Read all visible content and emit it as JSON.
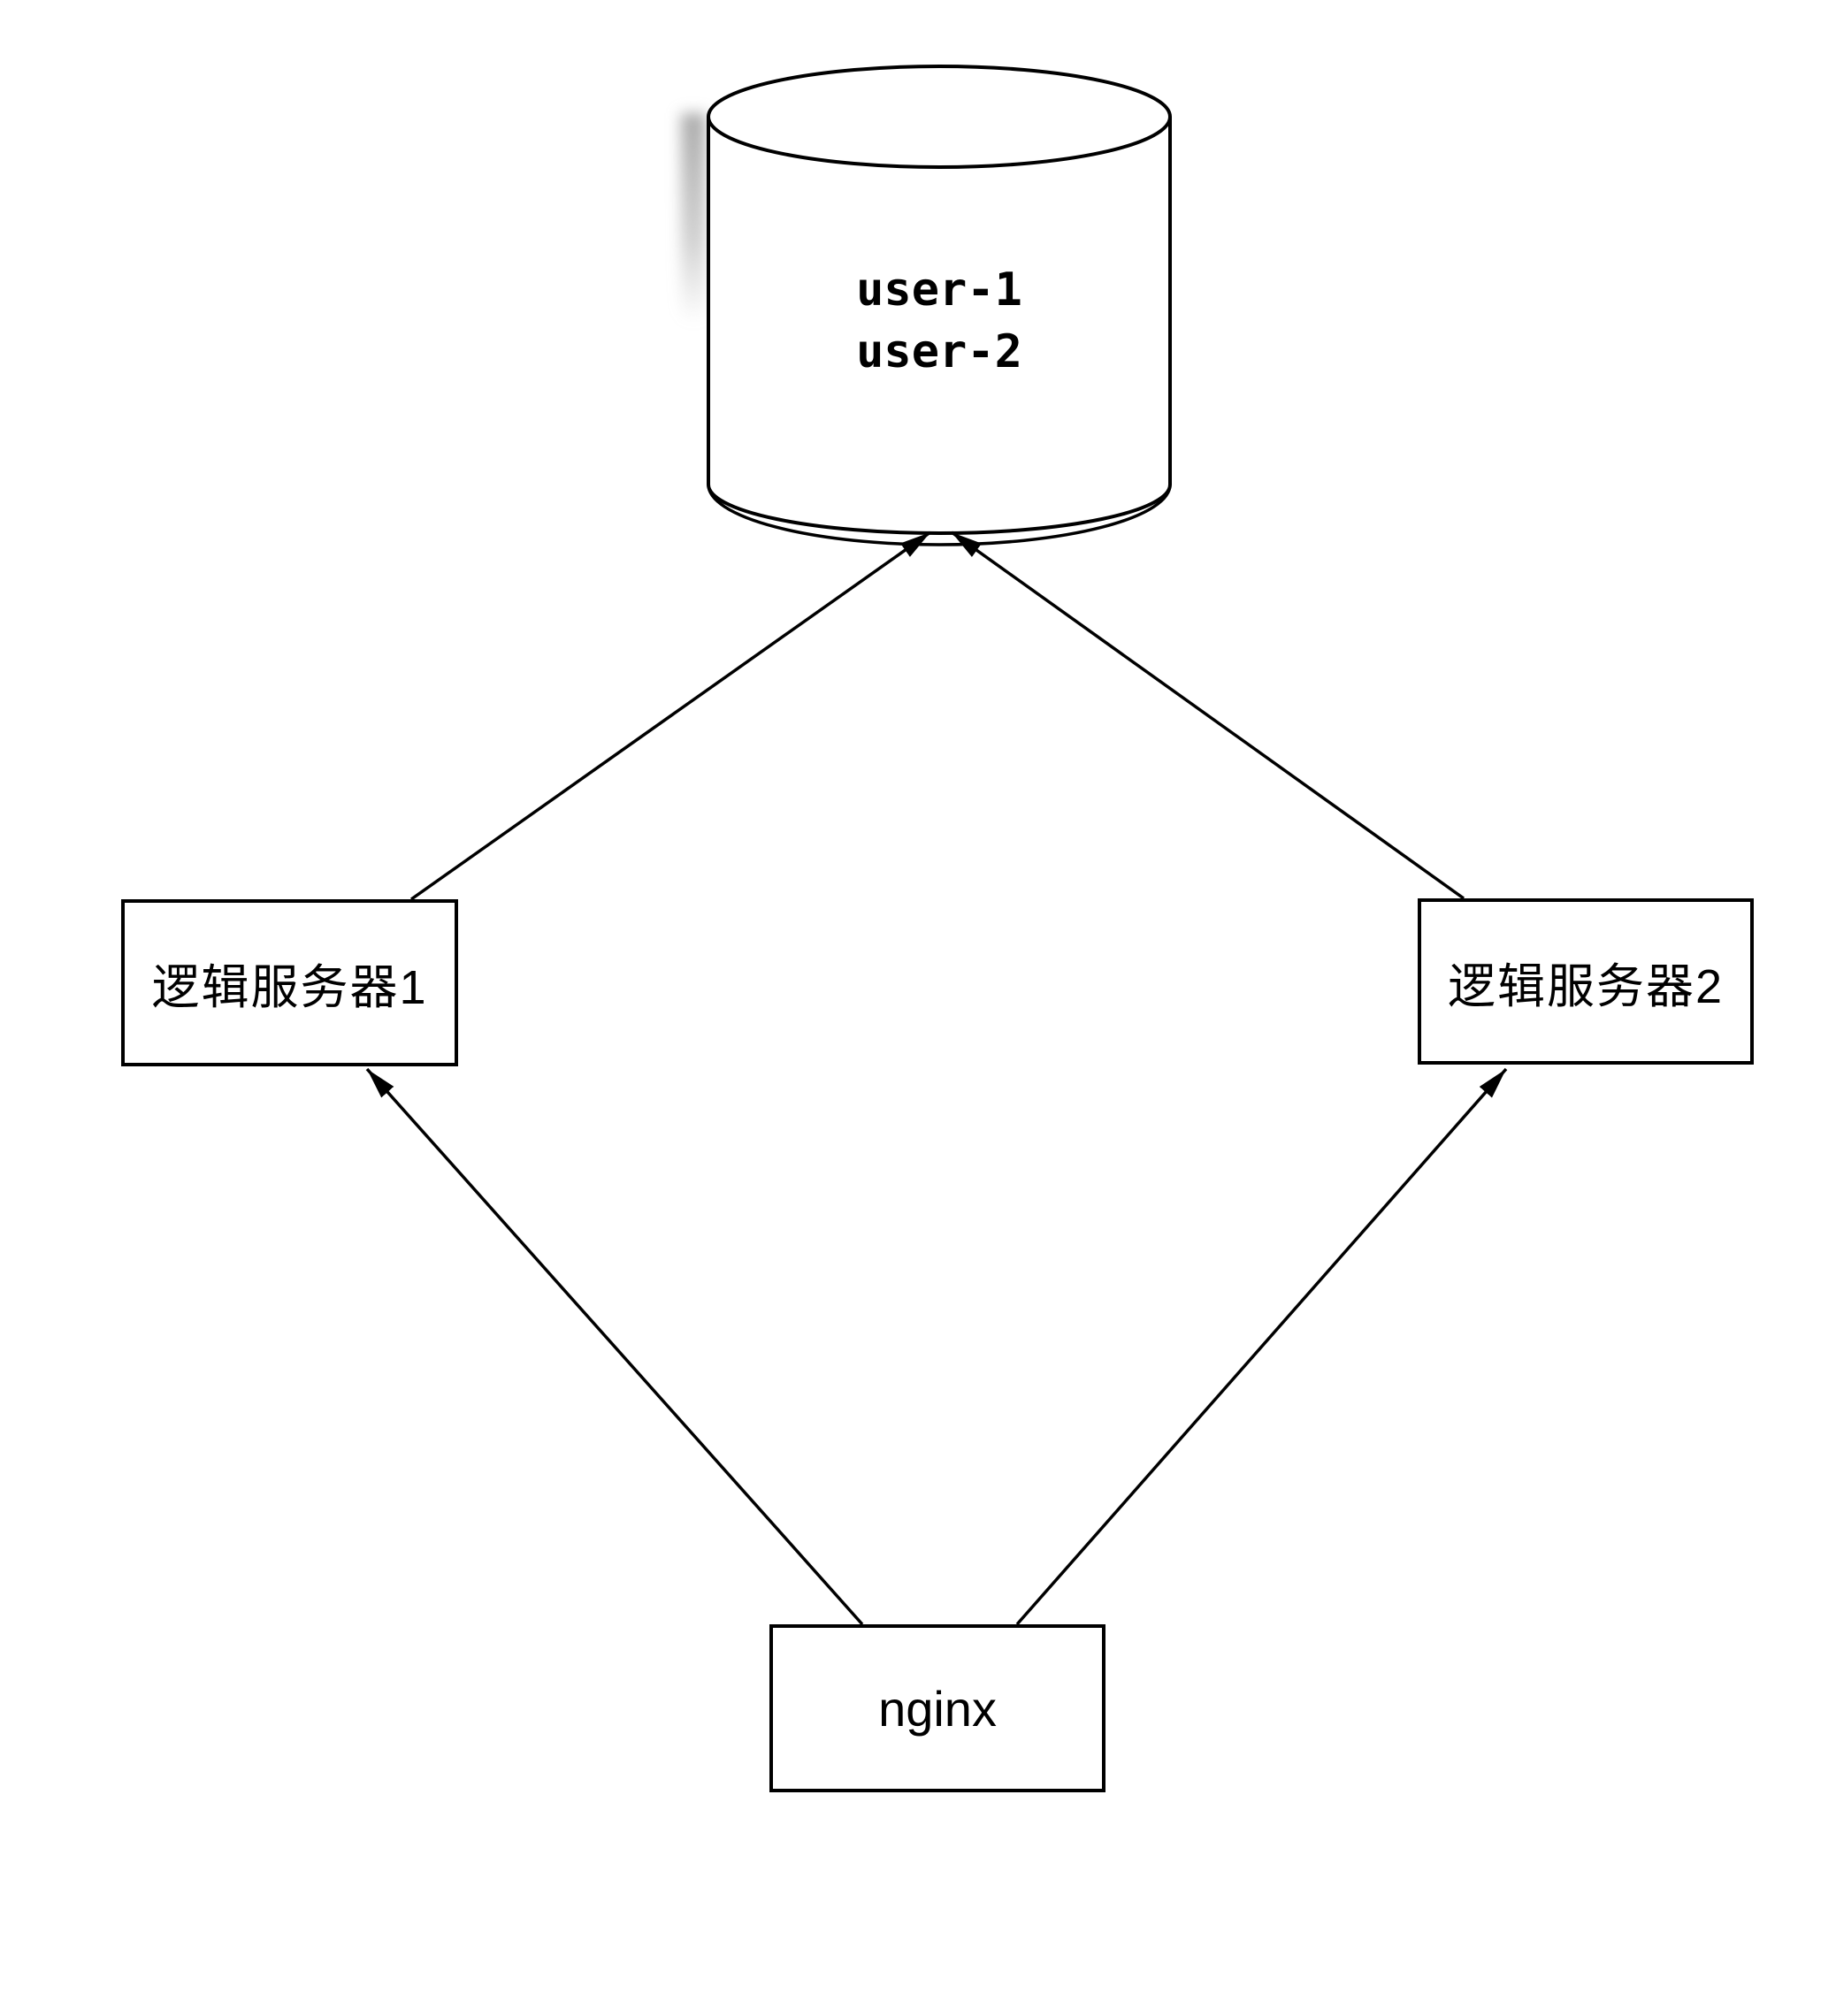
{
  "diagram": {
    "background_color": "#ffffff",
    "stroke_color": "#000000",
    "node_fill_color": "#ffffff",
    "database": {
      "shape": "cylinder",
      "lines": [
        "user-1",
        "user-2"
      ]
    },
    "nodes": [
      {
        "id": "logic-server-1",
        "shape": "rectangle",
        "label": "逻辑服务器1"
      },
      {
        "id": "logic-server-2",
        "shape": "rectangle",
        "label": "逻辑服务器2"
      },
      {
        "id": "nginx",
        "shape": "rectangle",
        "label": "nginx"
      }
    ],
    "edges": [
      {
        "from": "logic-server-1",
        "to": "database",
        "arrowhead_at": "database"
      },
      {
        "from": "logic-server-2",
        "to": "database",
        "arrowhead_at": "database"
      },
      {
        "from": "nginx",
        "to": "logic-server-1",
        "arrowhead_at": "logic-server-1"
      },
      {
        "from": "nginx",
        "to": "logic-server-2",
        "arrowhead_at": "logic-server-2"
      }
    ]
  }
}
